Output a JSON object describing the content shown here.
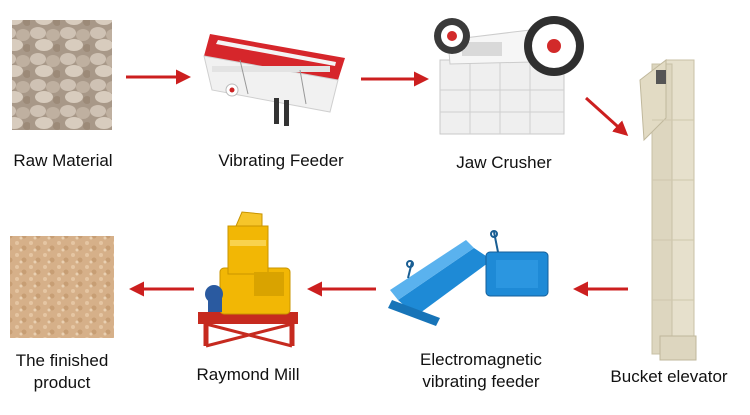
{
  "steps": [
    {
      "label": "Raw Material"
    },
    {
      "label": "Vibrating Feeder"
    },
    {
      "label": "Jaw Crusher"
    },
    {
      "label": "Bucket elevator"
    },
    {
      "label": "Electromagnetic vibrating feeder",
      "line1": "Electromagnetic",
      "line2": "vibrating feeder"
    },
    {
      "label": "Raymond Mill"
    },
    {
      "label": "The finished product",
      "line1": "The finished",
      "line2": "product"
    }
  ],
  "colors": {
    "arrow": "#cc1f1f",
    "feeder_red": "#d6262b",
    "machine_white": "#efefef",
    "elevator": "#e6e0cc",
    "blue": "#1e8ad6",
    "yellow": "#f2b705",
    "mill_red": "#c62a1f",
    "rock": "#b8a89a",
    "sand": "#d9b48c"
  },
  "icons": [
    "raw-material-photo",
    "vibrating-feeder-icon",
    "jaw-crusher-icon",
    "bucket-elevator-icon",
    "electromagnetic-feeder-icon",
    "raymond-mill-icon",
    "finished-product-photo"
  ]
}
